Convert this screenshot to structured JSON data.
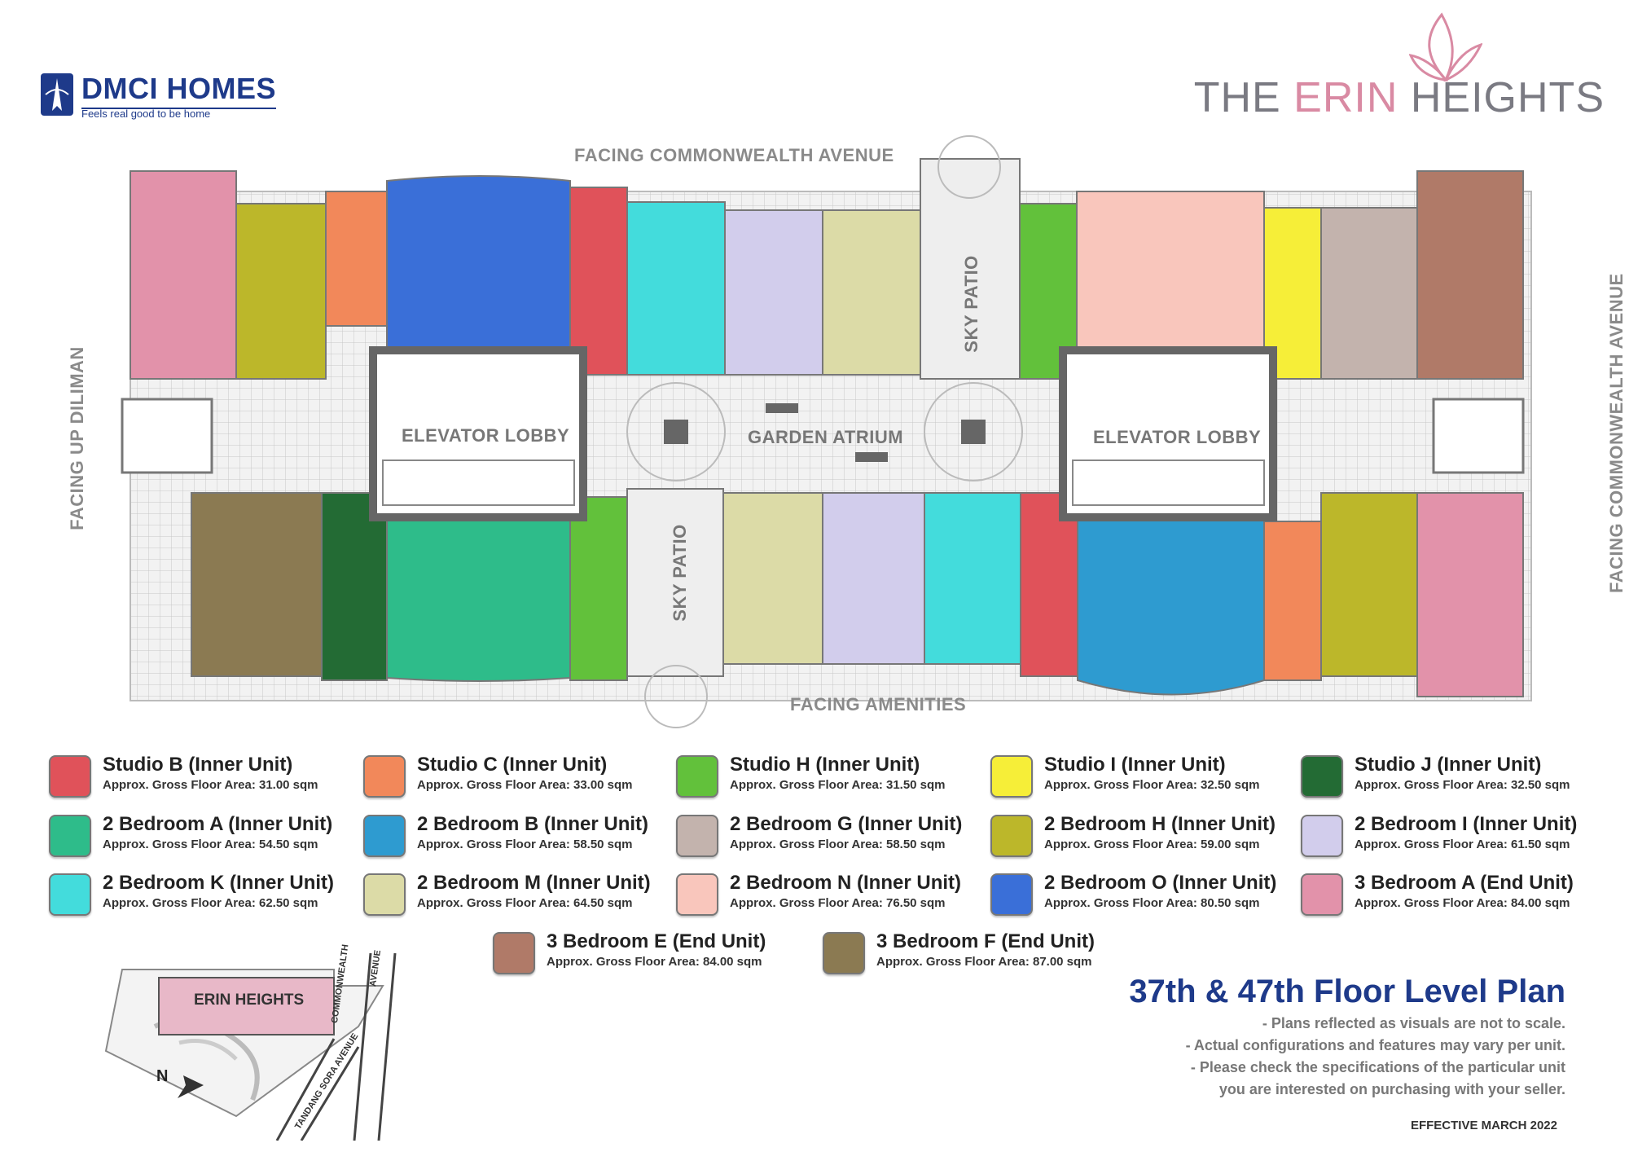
{
  "brand": {
    "developer_name": "DMCI HOMES",
    "developer_tagline": "Feels real good to be home",
    "project_prefix": "THE ",
    "project_accent": "ERIN",
    "project_suffix": " HEIGHTS"
  },
  "orientation": {
    "top": "FACING COMMONWEALTH AVENUE",
    "bottom": "FACING AMENITIES",
    "left": "FACING UP DILIMAN",
    "right": "FACING COMMONWEALTH AVENUE"
  },
  "rooms": {
    "elevator_lobby_left": "ELEVATOR LOBBY",
    "garden_atrium": "GARDEN ATRIUM",
    "elevator_lobby_right": "ELEVATOR LOBBY",
    "sky_patio_top": "SKY PATIO",
    "sky_patio_bottom": "SKY PATIO"
  },
  "legend": [
    {
      "name": "Studio B (Inner Unit)",
      "area": "Approx. Gross Floor Area: 31.00 sqm",
      "color": "#e0525a"
    },
    {
      "name": "Studio C (Inner Unit)",
      "area": "Approx. Gross Floor Area: 33.00 sqm",
      "color": "#f2885a"
    },
    {
      "name": "Studio H (Inner Unit)",
      "area": "Approx. Gross Floor Area: 31.50 sqm",
      "color": "#62c13b"
    },
    {
      "name": "Studio I (Inner Unit)",
      "area": "Approx. Gross Floor Area: 32.50 sqm",
      "color": "#f6ee38"
    },
    {
      "name": "Studio J (Inner Unit)",
      "area": "Approx. Gross Floor Area: 32.50 sqm",
      "color": "#236b34"
    },
    {
      "name": "2 Bedroom A (Inner Unit)",
      "area": "Approx. Gross Floor Area: 54.50 sqm",
      "color": "#2ebc8a"
    },
    {
      "name": "2 Bedroom B (Inner Unit)",
      "area": "Approx. Gross Floor Area: 58.50 sqm",
      "color": "#2e9bd0"
    },
    {
      "name": "2 Bedroom G (Inner Unit)",
      "area": "Approx. Gross Floor Area: 58.50 sqm",
      "color": "#c3b3ad"
    },
    {
      "name": "2 Bedroom H (Inner Unit)",
      "area": "Approx. Gross Floor Area: 59.00 sqm",
      "color": "#bcb72a"
    },
    {
      "name": "2 Bedroom I (Inner Unit)",
      "area": "Approx. Gross Floor Area: 61.50 sqm",
      "color": "#d2cdec"
    },
    {
      "name": "2 Bedroom K (Inner Unit)",
      "area": "Approx. Gross Floor Area: 62.50 sqm",
      "color": "#43dcdc"
    },
    {
      "name": "2 Bedroom M (Inner Unit)",
      "area": "Approx. Gross Floor Area: 64.50 sqm",
      "color": "#dcdba7"
    },
    {
      "name": "2 Bedroom N (Inner Unit)",
      "area": "Approx. Gross Floor Area: 76.50 sqm",
      "color": "#f9c6bc"
    },
    {
      "name": "2 Bedroom O (Inner Unit)",
      "area": "Approx. Gross Floor Area: 80.50 sqm",
      "color": "#3a6fd8"
    },
    {
      "name": "3 Bedroom A (End Unit)",
      "area": "Approx. Gross Floor Area: 84.00 sqm",
      "color": "#e292aa"
    },
    {
      "name": "3 Bedroom E (End Unit)",
      "area": "Approx. Gross Floor Area: 84.00 sqm",
      "color": "#b07a68"
    },
    {
      "name": "3 Bedroom F (End Unit)",
      "area": "Approx. Gross Floor Area: 87.00 sqm",
      "color": "#8b7a52"
    }
  ],
  "vicinity": {
    "building": "ERIN HEIGHTS",
    "north": "N",
    "road_1": "COMMONWEALTH",
    "road_1b": "AVENUE",
    "road_2": "TANDANG SORA AVENUE"
  },
  "plan": {
    "title": "37th & 47th Floor Level Plan",
    "notes": [
      "- Plans reflected as visuals are not to scale.",
      "- Actual configurations and features may vary per unit.",
      "- Please check the specifications of the particular unit",
      "you are interested on purchasing with your seller."
    ],
    "effective": "EFFECTIVE MARCH 2022"
  }
}
